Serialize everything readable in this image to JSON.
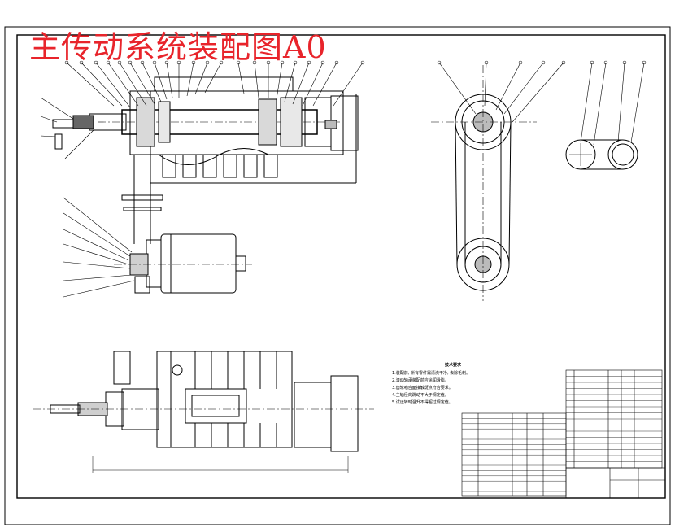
{
  "title": "主传动系统装配图A0",
  "colors": {
    "background": "#ffffff",
    "line": "#000000",
    "title": "#e8242b"
  },
  "notes": {
    "heading": "技术要求",
    "items": [
      "1.装配前, 所有零件需清洗干净, 去除毛刺。",
      "2.滚动轴承装配前应涂润滑脂。",
      "3.齿轮啮合面接触斑点符合要求。",
      "4.主轴径向跳动不大于规定值。",
      "5.试运转时温升不得超过规定值。"
    ]
  }
}
